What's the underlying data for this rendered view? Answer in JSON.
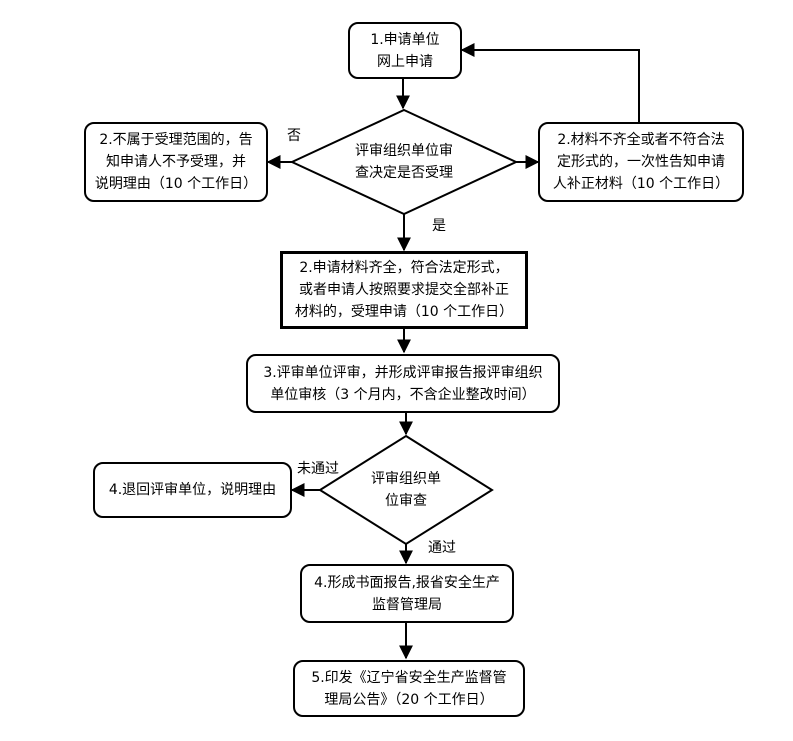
{
  "nodes": {
    "apply": "1.申请单位\n网上申请",
    "reject": "2.不属于受理范围的，告\n知申请人不予受理，并\n说明理由（10 个工作日）",
    "decision1": "评审组织单位审\n查决定是否受理",
    "supplement": "2.材料不齐全或者不符合法\n定形式的，一次性告知申请\n人补正材料（10 个工作日）",
    "accept": "2.申请材料齐全，符合法定形式，\n或者申请人按照要求提交全部补正\n材料的，受理申请（10 个工作日）",
    "review": "3.评审单位评审，并形成评审报告报评审组织\n单位审核（3 个月内，不含企业整改时间）",
    "return": "4.退回评审单位，说明理由",
    "decision2": "评审组织单\n位审查",
    "report": "4.形成书面报告,报省安全生产\n监督管理局",
    "publish": "5.印发《辽宁省安全生产监督管\n理局公告》（20 个工作日）"
  },
  "edge_labels": {
    "no": "否",
    "yes": "是",
    "fail": "未通过",
    "pass": "通过"
  }
}
